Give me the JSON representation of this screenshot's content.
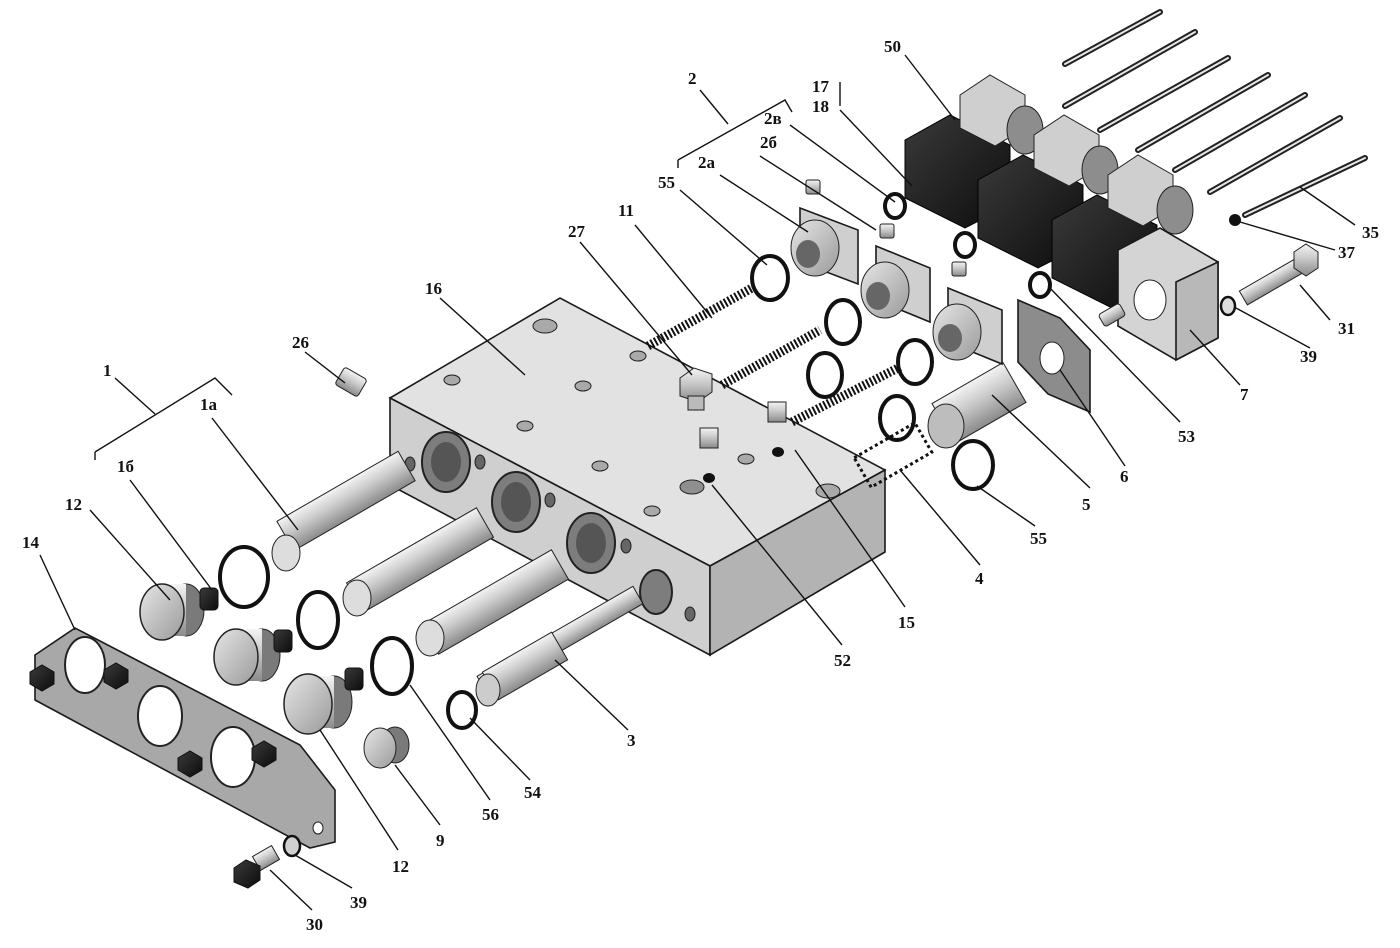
{
  "diagram": {
    "labels": {
      "l1": "1",
      "l1a": "1а",
      "l1b": "1б",
      "l2": "2",
      "l2a": "2а",
      "l2b": "2б",
      "l2v": "2в",
      "l3": "3",
      "l4": "4",
      "l5": "5",
      "l6": "6",
      "l7": "7",
      "l9": "9",
      "l11": "11",
      "l12a": "12",
      "l12b": "12",
      "l14": "14",
      "l15": "15",
      "l16": "16",
      "l17": "17",
      "l18": "18",
      "l26": "26",
      "l27": "27",
      "l30": "30",
      "l31": "31",
      "l35": "35",
      "l37": "37",
      "l39a": "39",
      "l39b": "39",
      "l50": "50",
      "l52": "52",
      "l53": "53",
      "l54": "54",
      "l55a": "55",
      "l55b": "55",
      "l56": "56"
    }
  }
}
